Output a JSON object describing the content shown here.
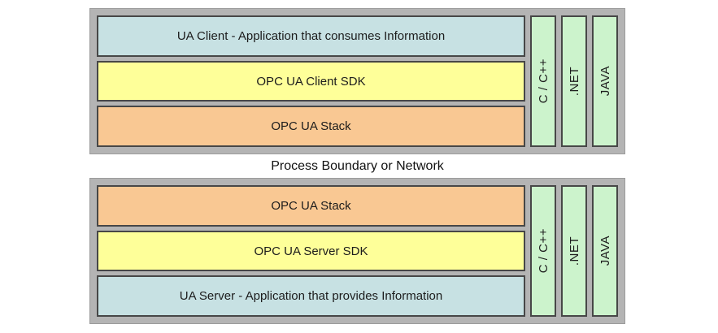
{
  "boundary_label": "Process Boundary or Network",
  "colors": {
    "container_bg": "#b4b4b4",
    "application_layer": "#c7e1e3",
    "sdk_layer": "#feff99",
    "stack_layer": "#f9c893",
    "language_bar": "#ccf3cc",
    "bar_border": "#474747",
    "page_bg": "#ffffff"
  },
  "client": {
    "rows": [
      {
        "label": "UA Client - Application that consumes Information",
        "type": "app"
      },
      {
        "label": "OPC UA Client SDK",
        "type": "sdk"
      },
      {
        "label": "OPC UA Stack",
        "type": "stack"
      }
    ],
    "languages": [
      "C / C++",
      ".NET",
      "JAVA"
    ]
  },
  "server": {
    "rows": [
      {
        "label": "OPC UA Stack",
        "type": "stack"
      },
      {
        "label": "OPC UA Server SDK",
        "type": "sdk"
      },
      {
        "label": "UA Server - Application that provides Information",
        "type": "app"
      }
    ],
    "languages": [
      "C / C++",
      ".NET",
      "JAVA"
    ]
  }
}
